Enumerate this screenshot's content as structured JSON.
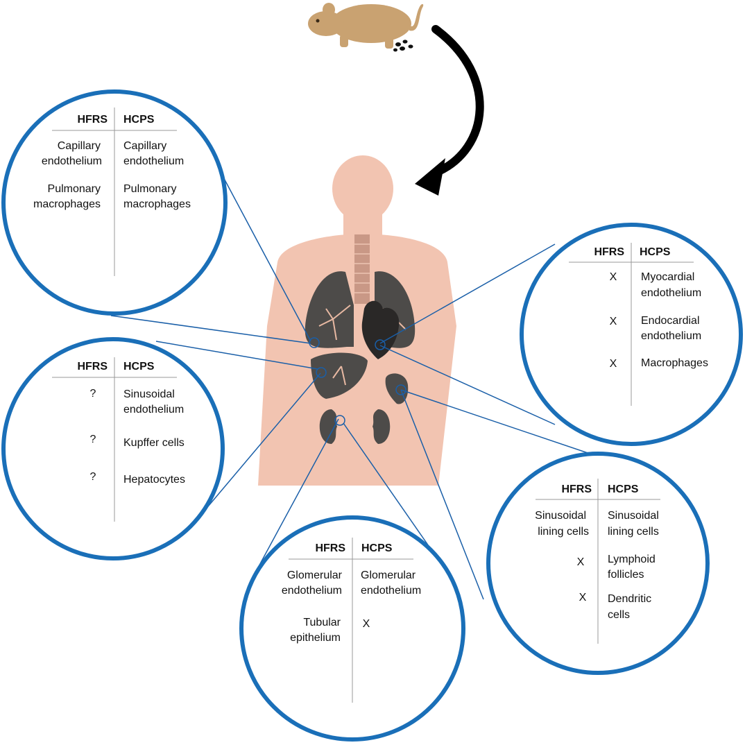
{
  "colors": {
    "circle_stroke": "#1a6fb8",
    "leader_line": "#1a5fa8",
    "body_fill": "#f2c4b1",
    "organ_fill": "#4d4b49",
    "heart_fill": "#2a2827",
    "rodent_fill": "#c9a271",
    "arrow_fill": "#000000"
  },
  "icons": {
    "rodent": "rodent-icon",
    "droppings": "droppings-icon",
    "transmission_arrow": "curved-arrow-icon",
    "human": "human-body-icon"
  },
  "panels": [
    {
      "id": "lung",
      "organ": "lungs",
      "headers": [
        "HFRS",
        "HCPS"
      ],
      "rows": [
        {
          "hfrs": [
            "Capillary",
            "endothelium"
          ],
          "hcps": [
            "Capillary",
            "endothelium"
          ]
        },
        {
          "hfrs": [
            "Pulmonary",
            "macrophages"
          ],
          "hcps": [
            "Pulmonary",
            "macrophages"
          ]
        }
      ]
    },
    {
      "id": "heart",
      "organ": "heart",
      "headers": [
        "HFRS",
        "HCPS"
      ],
      "rows": [
        {
          "hfrs": [
            "X"
          ],
          "hcps": [
            "Myocardial",
            "endothelium"
          ]
        },
        {
          "hfrs": [
            "X"
          ],
          "hcps": [
            "Endocardial",
            "endothelium"
          ]
        },
        {
          "hfrs": [
            "X"
          ],
          "hcps": [
            "Macrophages"
          ]
        }
      ]
    },
    {
      "id": "liver",
      "organ": "liver",
      "headers": [
        "HFRS",
        "HCPS"
      ],
      "rows": [
        {
          "hfrs": [
            "?"
          ],
          "hcps": [
            "Sinusoidal",
            "endothelium"
          ]
        },
        {
          "hfrs": [
            "?"
          ],
          "hcps": [
            "Kupffer cells"
          ]
        },
        {
          "hfrs": [
            "?"
          ],
          "hcps": [
            "Hepatocytes"
          ]
        }
      ]
    },
    {
      "id": "spleen",
      "organ": "spleen",
      "headers": [
        "HFRS",
        "HCPS"
      ],
      "rows": [
        {
          "hfrs": [
            "Sinusoidal",
            "lining cells"
          ],
          "hcps": [
            "Sinusoidal",
            "lining cells"
          ]
        },
        {
          "hfrs": [
            "X"
          ],
          "hcps": [
            "Lymphoid",
            "follicles"
          ]
        },
        {
          "hfrs": [
            "X"
          ],
          "hcps": [
            "Dendritic",
            "cells"
          ]
        }
      ]
    },
    {
      "id": "kidney",
      "organ": "kidneys",
      "headers": [
        "HFRS",
        "HCPS"
      ],
      "rows": [
        {
          "hfrs": [
            "Glomerular",
            "endothelium"
          ],
          "hcps": [
            "Glomerular",
            "endothelium"
          ]
        },
        {
          "hfrs": [
            "Tubular",
            "epithelium"
          ],
          "hcps": [
            "X"
          ]
        }
      ]
    }
  ]
}
